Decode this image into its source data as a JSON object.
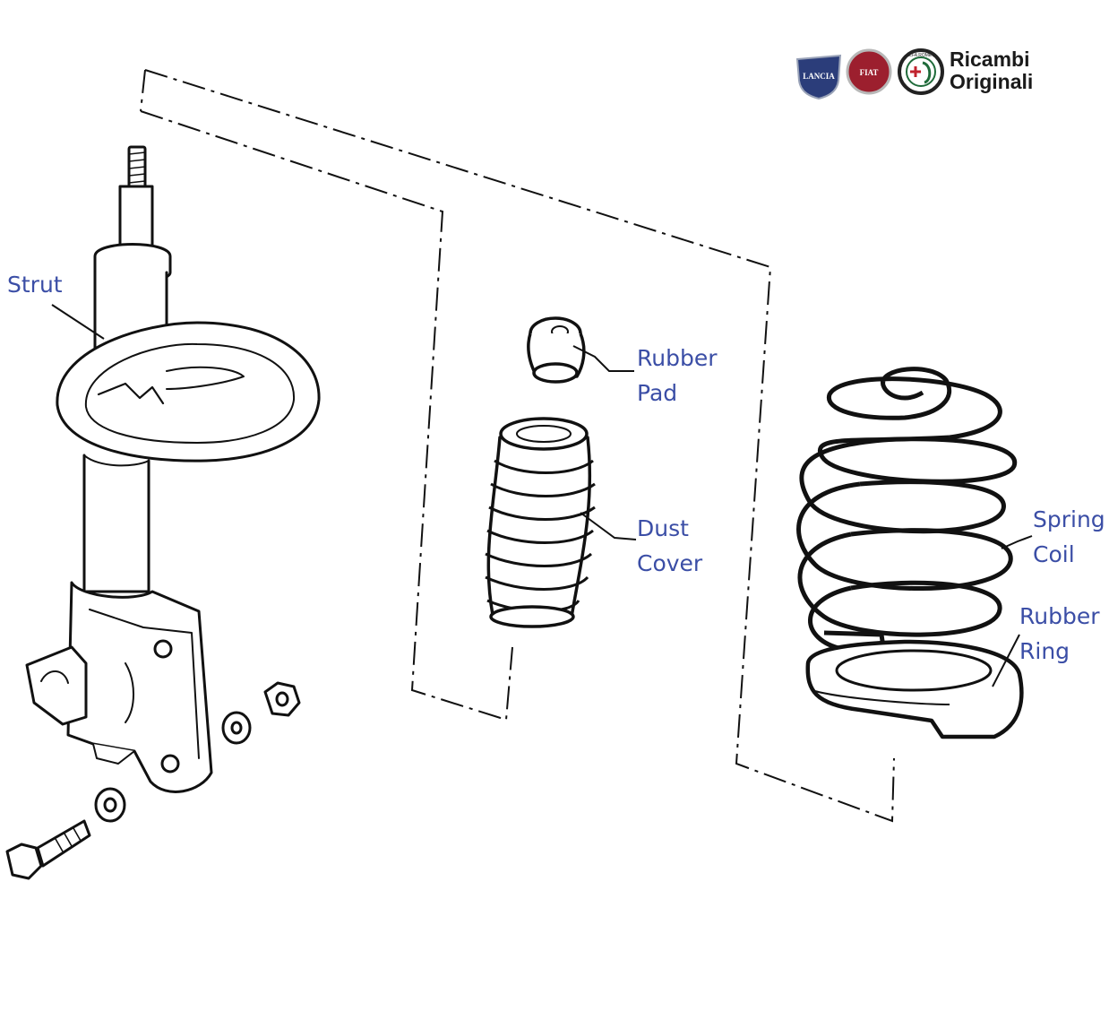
{
  "diagram": {
    "labels": {
      "strut": "Strut",
      "rubber_pad": [
        "Rubber",
        "Pad"
      ],
      "dust_cover": [
        "Dust",
        "Cover"
      ],
      "spring_coil": [
        "Spring",
        "Coil"
      ],
      "rubber_ring": [
        "Rubber",
        "Ring"
      ]
    },
    "label_color": "#3b4ea6"
  },
  "brand": {
    "line1": "Ricambi",
    "line2": "Originali",
    "logos": [
      {
        "icon": "lancia-logo",
        "text": "LANCIA",
        "color": "#2b3d7a"
      },
      {
        "icon": "fiat-logo",
        "text": "FIAT",
        "color": "#9c1f2e"
      },
      {
        "icon": "alfa-romeo-logo",
        "text": "ALFA ROMEO",
        "color": "#1f6b3a"
      }
    ]
  }
}
